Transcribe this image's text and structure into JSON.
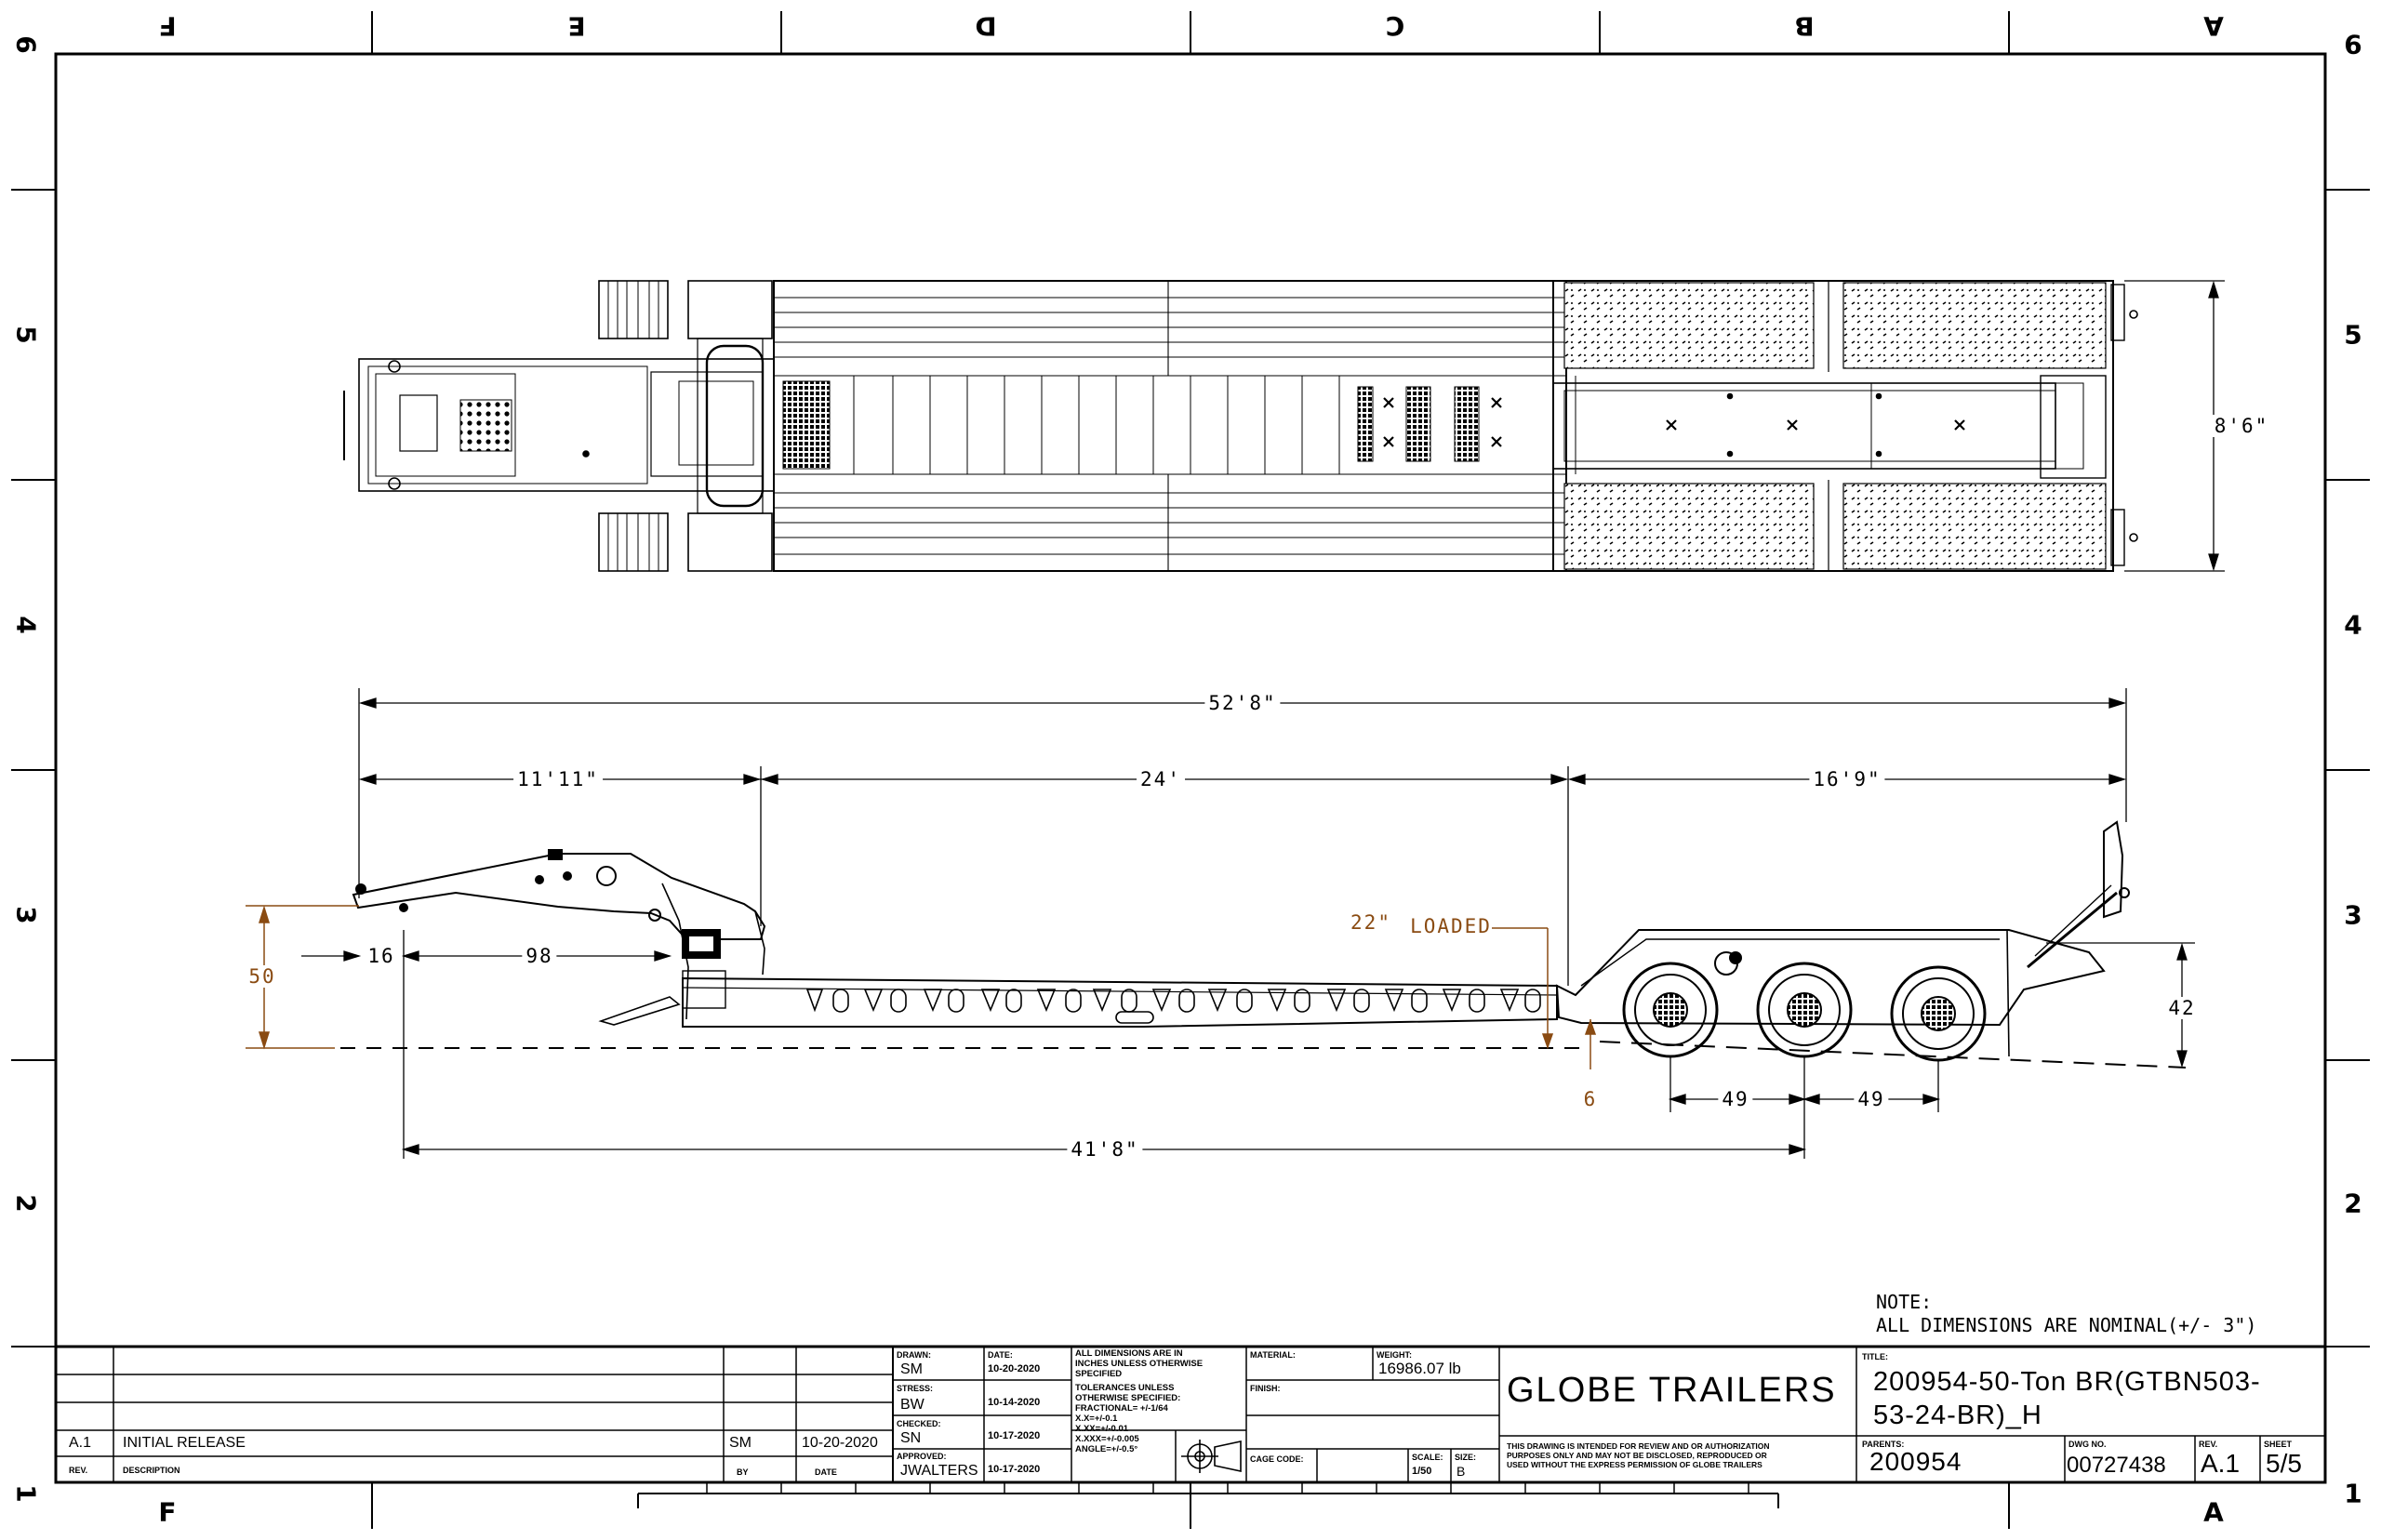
{
  "border": {
    "columns_top": [
      "F",
      "E",
      "D",
      "C",
      "B",
      "A"
    ],
    "columns_bottom": [
      "F",
      "A"
    ],
    "rows_left": [
      "6",
      "5",
      "4",
      "3",
      "2",
      "1"
    ],
    "rows_right": [
      "6",
      "5",
      "4",
      "3",
      "2",
      "1"
    ]
  },
  "dimensions": {
    "width_8_6": "8'6\"",
    "overall_52_8": "52'8\"",
    "gooseneck_11_11": "11'11\"",
    "deck_24": "24'",
    "rear_16_9": "16'9\"",
    "loaded_22": "22\"",
    "loaded_label": "LOADED",
    "height_50": "50",
    "offset_16": "16",
    "reach_98": "98",
    "height_42": "42",
    "clearance_6": "6",
    "axle_49_a": "49",
    "axle_49_b": "49",
    "kingpin_41_8": "41'8\""
  },
  "note": {
    "line1": "NOTE:",
    "line2": "ALL DIMENSIONS ARE NOMINAL(+/- 3\")"
  },
  "title_block": {
    "revisions": {
      "rev": "A.1",
      "description": "INITIAL RELEASE",
      "by": "SM",
      "date": "10-20-2020",
      "header_rev": "REV.",
      "header_description": "DESCRIPTION",
      "header_by": "BY",
      "header_date": "DATE"
    },
    "drawn_caption": "DRAWN:",
    "drawn": "SM",
    "drawn_date_caption": "DATE:",
    "drawn_date": "10-20-2020",
    "stress_caption": "STRESS:",
    "stress": "BW",
    "stress_date": "10-14-2020",
    "checked_caption": "CHECKED:",
    "checked": "SN",
    "checked_date": "10-17-2020",
    "approved_caption": "APPROVED:",
    "approved": "JWALTERS",
    "approved_date": "10-17-2020",
    "tolerance_1": "ALL DIMENSIONS ARE IN",
    "tolerance_2": "INCHES UNLESS OTHERWISE",
    "tolerance_3": "SPECIFIED",
    "tolerance_4": "TOLERANCES UNLESS",
    "tolerance_5": "OTHERWISE SPECIFIED:",
    "tolerance_6": "FRACTIONAL= +/-1/64",
    "tolerance_7": "X.X=+/-0.1",
    "tolerance_8": "X.XX=+/-0.01",
    "tolerance_9": "X.XXX=+/-0.005",
    "tolerance_10": "ANGLE=+/-0.5°",
    "material_caption": "MATERIAL:",
    "weight_caption": "WEIGHT:",
    "weight": "16986.07 lb",
    "finish_caption": "FINISH:",
    "cage_caption": "CAGE CODE:",
    "scale_caption": "SCALE:",
    "scale": "1/50",
    "size_caption": "SIZE:",
    "size": "B",
    "company": "GLOBE TRAILERS",
    "disclaimer_1": "THIS DRAWING IS INTENDED FOR REVIEW AND OR AUTHORIZATION",
    "disclaimer_2": "PURPOSES ONLY AND MAY NOT BE DISCLOSED, REPRODUCED OR",
    "disclaimer_3": "USED WITHOUT THE EXPRESS PERMISSION OF GLOBE TRAILERS",
    "title_caption": "TITLE:",
    "title_line1": "200954-50-Ton BR(GTBN503-",
    "title_line2": "53-24-BR)_H",
    "parents_caption": "PARENTS:",
    "parents": "200954",
    "dwg_caption": "DWG NO.",
    "dwg_no": "00727438",
    "rev_caption": "REV.",
    "rev": "A.1",
    "sheet_caption": "SHEET",
    "sheet": "5/5"
  },
  "colors": {
    "line": "#000000",
    "dimension_accent": "#8a4b12"
  }
}
